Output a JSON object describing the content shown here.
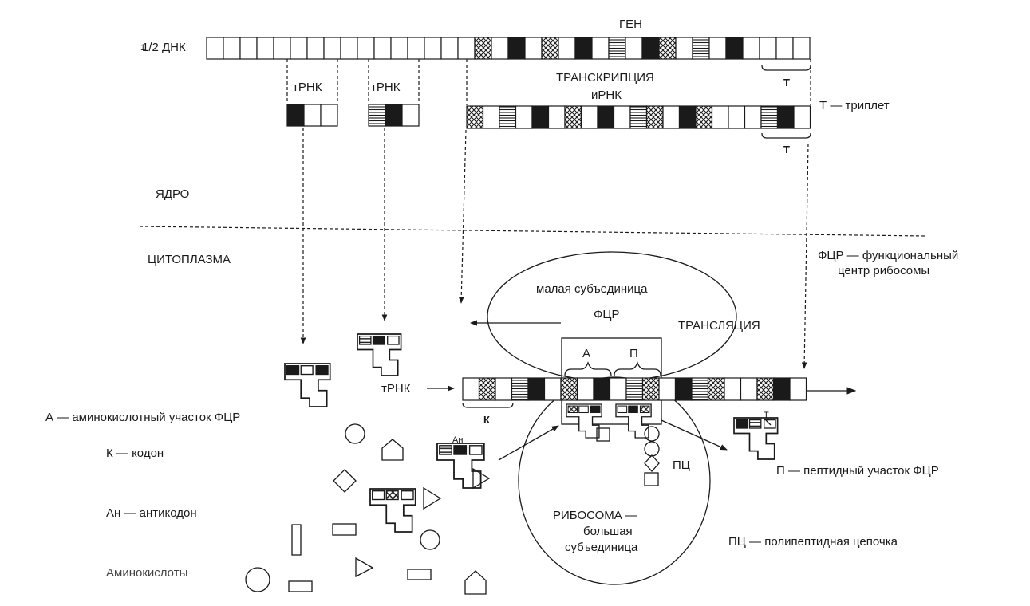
{
  "labels": {
    "dna_prefix": "1/2 ДНК",
    "gene": "ГЕН",
    "transcription": "ТРАНСКРИПЦИЯ",
    "mrna": "иРНК",
    "trna1": "тРНК",
    "trna2": "тРНК",
    "t_mark_dna": "Т",
    "t_mark_mrna": "Т",
    "nucleus": "ЯДРО",
    "cytoplasm": "ЦИТОПЛАЗМА",
    "small_subunit": "малая субъединица",
    "fcr_center": "ФЦР",
    "translation": "ТРАНСЛЯЦИЯ",
    "site_a": "А",
    "site_p": "П",
    "trna_arrow": "тРНК",
    "codon_k": "К",
    "anticodon_an": "Ан",
    "pc": "ПЦ",
    "t_small": "Т",
    "ribosome_line1": "РИБОСОМА —",
    "ribosome_line2": "большая",
    "ribosome_line3": "субъединица"
  },
  "legend": {
    "triplet": "Т — триплет",
    "fcr_line1": "ФЦР — функциональный",
    "fcr_line2": "центр рибосомы",
    "a_site": "А — аминокислотный участок ФЦР",
    "codon": "К — кодон",
    "anticodon": "Ан — антикодон",
    "amino_acids": "Аминокислоты",
    "p_site": "П — пептидный участок ФЦР",
    "polypeptide": "ПЦ — полипептидная цепочка"
  }
}
